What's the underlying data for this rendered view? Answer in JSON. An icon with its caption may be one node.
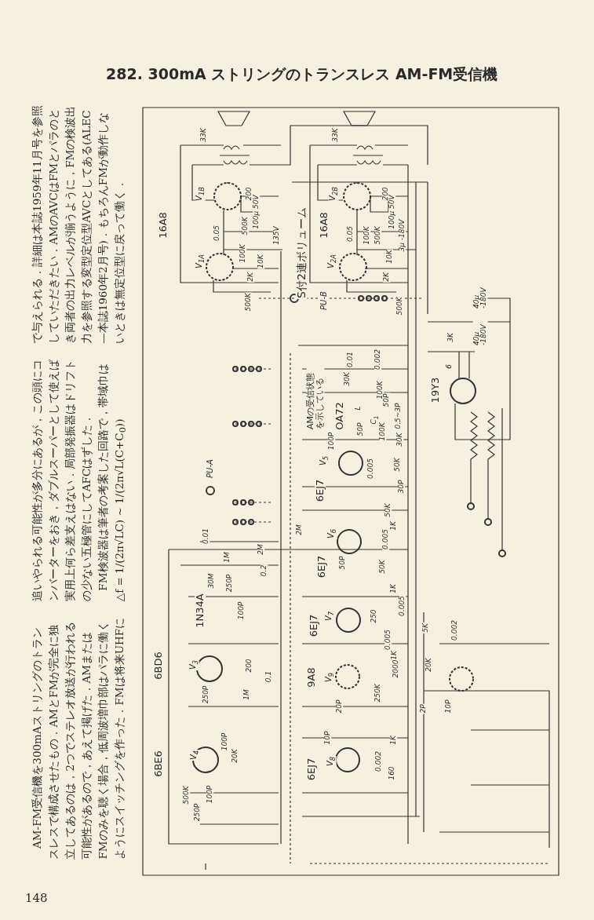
{
  "diagram": {
    "title": "282. 300mA ストリングのトランスレス AM-FM受信機",
    "labels": [
      "AM-FM受信機を300mAストリングのトランスレスで構成させたもの．AMとFMが完全に独立してあるのは，2つでステレオ放送が行われる可能性があるので，あえて掲げた．AMまたはFMのみを聴く場合，低周波増巾部はパラに働くようにスイッチングを作った．FMは将来UHFに追いやられる可能性が多分にあるが，この頭にコンバーターをおき，ダブルスーパーとして使えば実用上何ら差支えはない．局部発振器はドリフトの少ない五極管にしてAFCはずした．",
      "FM検波器は筆者の考案した回路で，帯域巾は",
      "△f = 1/(2π√LC) ~ 1/(2π√L(C+C$_{0}$))",
      "で与えられる．詳細は本誌1959年11月号を参照していただきたい．AMのAVCはFMとパラのとき両者の出力レベルが揃うように，FMの検波出力を参照する変型定位型AVCとしてある(ALEC—本誌1960年2月号)．もちろんFMが動作しないときは無定位型に戻って働く．",
      "33K",
      "33K",
      "16A8",
      "V$_{1B}$",
      "0.05",
      "500K",
      "200",
      "100μ 50V",
      "135V",
      "16A8",
      "V$_{2B}$",
      "0.05",
      "100K",
      "500K",
      "200",
      "100μ 50V",
      "3μ -180V",
      "V$_{1A}$",
      "100K",
      "2K",
      "10K",
      "S付2連ボリューム",
      "V$_{2A}$",
      "2K",
      "10K",
      "500K",
      "PU-B",
      "500K",
      "40μ -180V",
      "3K",
      "40μ -180V",
      "AMの受信状態を示している",
      "30K",
      "0.01",
      "0.002",
      "100K",
      "50P",
      "19Y3",
      "6",
      "100P",
      "OA72",
      "L",
      "50P",
      "C$_{1}$",
      "100K",
      "0.5~3P",
      "30K",
      "PU-A",
      "V$_{5}$",
      "0.005",
      "50K",
      "6EJ7",
      "50K",
      "30P",
      "0.01",
      "2M",
      "V$_{6}$",
      "0.005",
      "1K",
      "30M",
      "1M",
      "250P",
      "2M",
      "0.2",
      "6EJ7",
      "50P",
      "50K",
      "1K",
      "1N34A",
      "100P",
      "6EJ7",
      "V$_{7}$",
      "250",
      "0.005",
      "0.005",
      "5K",
      "0.002",
      "6BD6",
      "V$_{3}$",
      "200",
      "0.1",
      "9A8",
      "V$_{9}$",
      "1K",
      "2000",
      "20K",
      "250P",
      "1M",
      "20P",
      "250K",
      "2P",
      "10P",
      "6BE6",
      "V$_{4}$",
      "100P",
      "20K",
      "6EJ7",
      "10P",
      "V$_{8}$",
      "0.002",
      "160",
      "1K",
      "500K",
      "250P",
      "100P",
      "148"
    ]
  }
}
